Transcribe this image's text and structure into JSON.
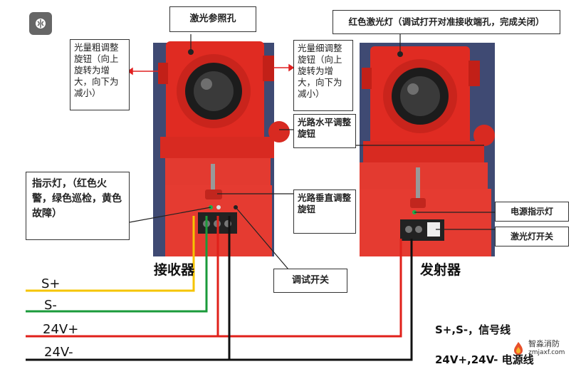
{
  "callouts": {
    "laser_ref_hole": "激光参照孔",
    "red_laser": "红色激光灯（调试打开对准接收端孔，完成关闭）",
    "coarse_knob": "光量粗调整旋钮（向上旋转为增大，向下为减小）",
    "fine_knob": "光量细调整旋钮（向上旋转为增大，向下为减小）",
    "horizontal_knob": "光路水平调整旋钮",
    "vertical_knob": "光路垂直调整旋钮",
    "indicator": "指示灯，（红色火警，绿色巡检，黄色故障）",
    "power_indicator": "电源指示灯",
    "laser_switch": "激光灯开关",
    "debug_switch": "调试开关"
  },
  "labels": {
    "receiver": "接收器",
    "transmitter": "发射器"
  },
  "wires": {
    "s_plus": "S+",
    "s_minus": "S-",
    "v24_plus": "24V+",
    "v24_minus": "24V-",
    "color_s_plus": "#f5c400",
    "color_s_minus": "#1a9a3a",
    "color_v24_plus": "#e0201a",
    "color_v24_minus": "#111111"
  },
  "legend": {
    "signal": "S+,S-，信号线",
    "power": "24V+,24V- 电源线"
  },
  "brand": {
    "name": "智淼消防",
    "url": "zmjaxf.com"
  }
}
